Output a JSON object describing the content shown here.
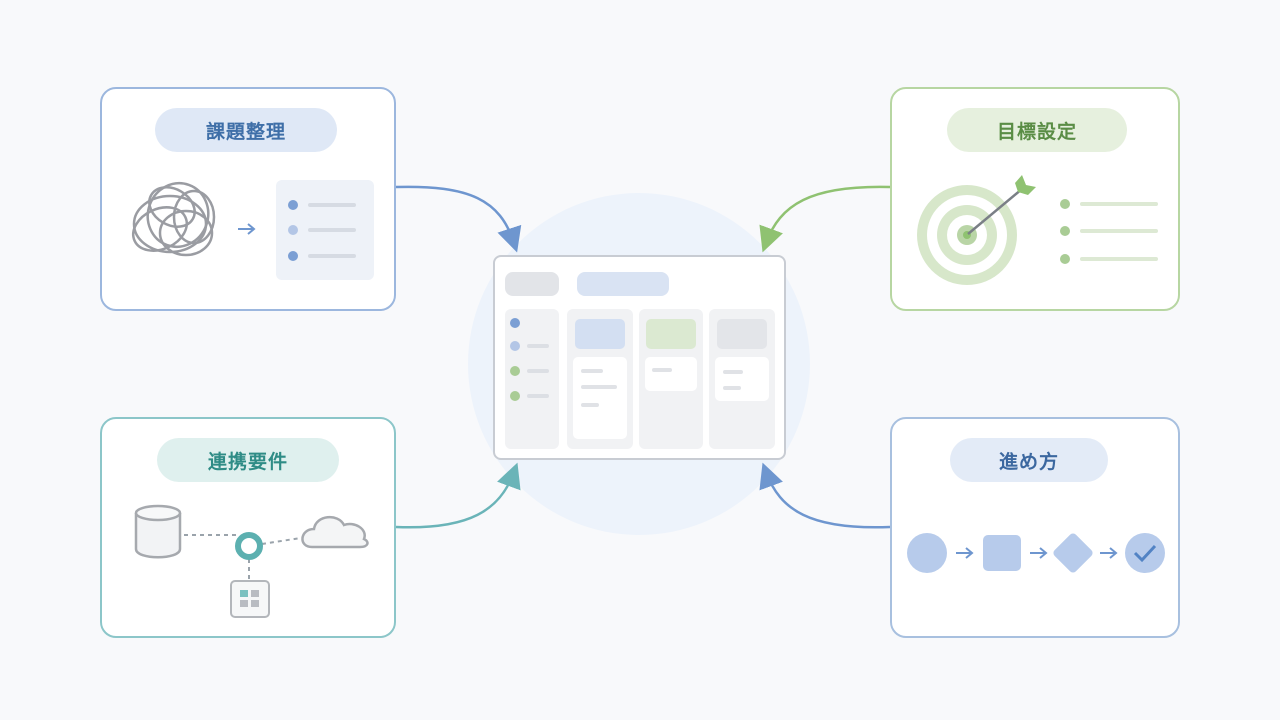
{
  "cards": {
    "issues": {
      "label": "課題整理"
    },
    "goals": {
      "label": "目標設定"
    },
    "integration": {
      "label": "連携要件"
    },
    "approach": {
      "label": "進め方"
    }
  },
  "center": {
    "icon": "dashboard-board-icon"
  },
  "colors": {
    "blue": "#6e96cf",
    "green": "#8fc271",
    "teal": "#6ab4b8",
    "slate": "#7fa3d3",
    "halo": "#edf3fb"
  }
}
